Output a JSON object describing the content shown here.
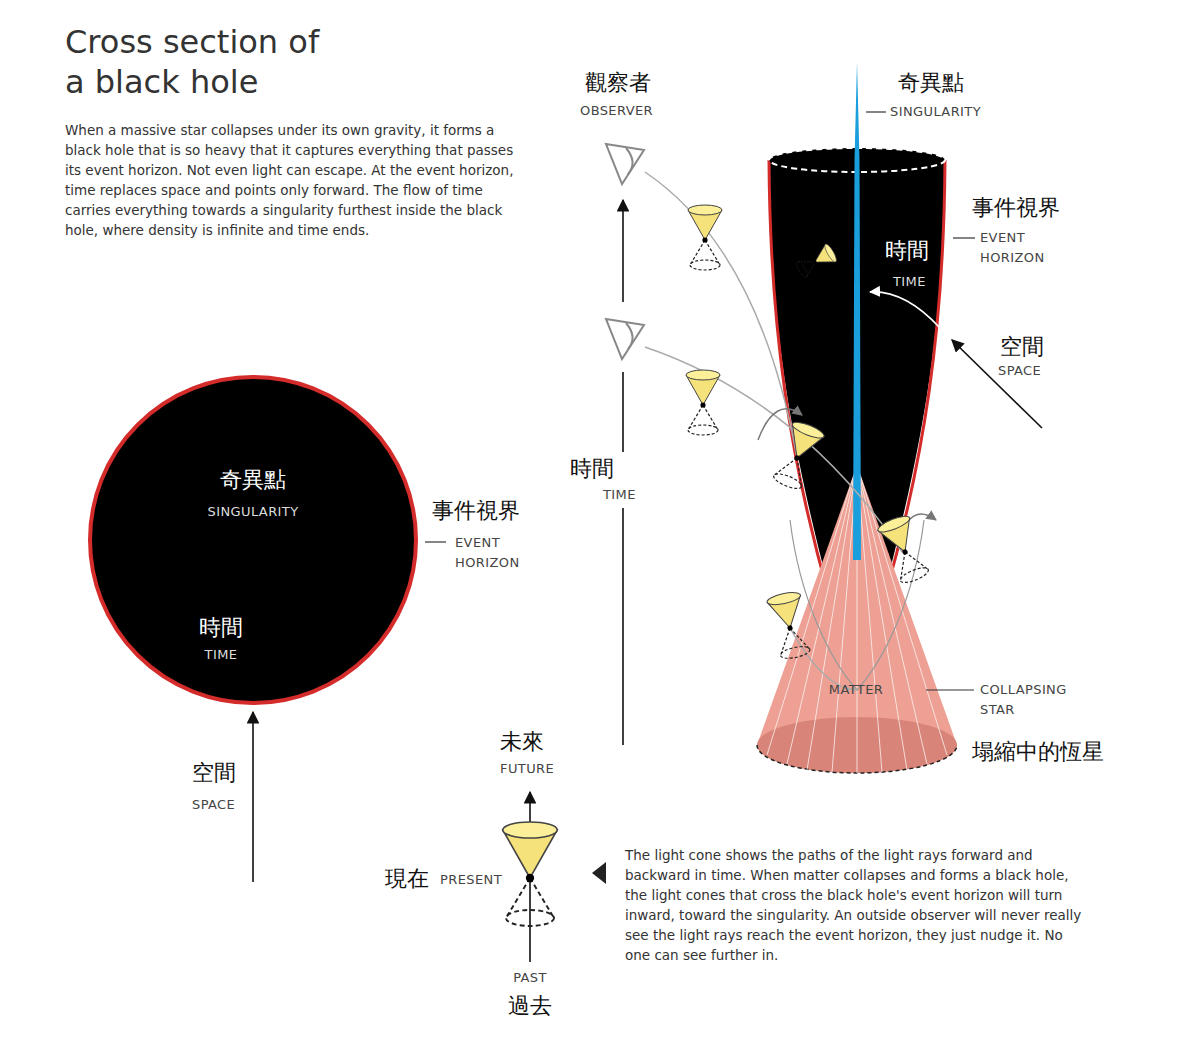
{
  "diagram": {
    "title": "Cross section of a black hole",
    "caption": "When a massive star collapses under its own gravity, it forms a black hole that is so heavy that it captures everything that passes its event horizon. Not even light can escape. At the event horizon, time replaces space and points only forward. The flow of time carries everything towards a singularity furthest inside the black hole, where density is infinite and time ends.",
    "nodes": [
      {
        "text": [
          "奇異點",
          "SINGULARITY",
          "時間",
          "TIME"
        ]
      },
      {
        "text": [
          "時間",
          "TIME"
        ]
      },
      {
        "text": [
          "MATTER"
        ]
      }
    ],
    "labels": [
      "觀察者",
      "OBSERVER",
      "奇異點",
      "SINGULARITY",
      "事件視界",
      "EVENT HORIZON",
      "空間",
      "SPACE",
      "時間",
      "TIME",
      "COLLAPSING STAR",
      "塌縮中的恆星",
      "事件視界",
      "EVENT HORIZON",
      "空間",
      "SPACE",
      "未來",
      "FUTURE",
      "現在",
      "PRESENT",
      "PAST",
      "過去",
      "The light cone shows the paths of the light rays forward and backward in time. When matter collapses and forms a black hole, the light cones that cross the black hole's event horizon will turn inward, toward the singularity. An outside observer will never really see the light rays reach the event horizon, they just nudge it. No one can see further in."
    ]
  }
}
